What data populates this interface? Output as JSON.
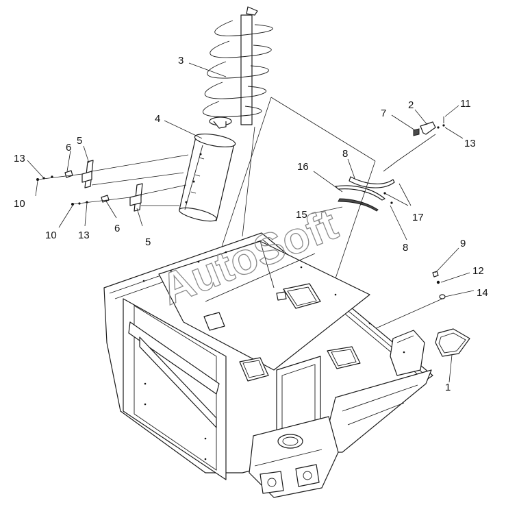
{
  "watermark": "AutoSoft",
  "callouts": [
    {
      "id": "c3",
      "text": "3"
    },
    {
      "id": "c4",
      "text": "4"
    },
    {
      "id": "c5a",
      "text": "5"
    },
    {
      "id": "c5b",
      "text": "5"
    },
    {
      "id": "c6a",
      "text": "6"
    },
    {
      "id": "c6b",
      "text": "6"
    },
    {
      "id": "c13a",
      "text": "13"
    },
    {
      "id": "c13b",
      "text": "13"
    },
    {
      "id": "c13c",
      "text": "13"
    },
    {
      "id": "c10a",
      "text": "10"
    },
    {
      "id": "c10b",
      "text": "10"
    },
    {
      "id": "c7",
      "text": "7"
    },
    {
      "id": "c2",
      "text": "2"
    },
    {
      "id": "c11",
      "text": "11"
    },
    {
      "id": "c8a",
      "text": "8"
    },
    {
      "id": "c8b",
      "text": "8"
    },
    {
      "id": "c16",
      "text": "16"
    },
    {
      "id": "c15",
      "text": "15"
    },
    {
      "id": "c17",
      "text": "17"
    },
    {
      "id": "c9",
      "text": "9"
    },
    {
      "id": "c12",
      "text": "12"
    },
    {
      "id": "c14",
      "text": "14"
    },
    {
      "id": "c1",
      "text": "1"
    }
  ]
}
